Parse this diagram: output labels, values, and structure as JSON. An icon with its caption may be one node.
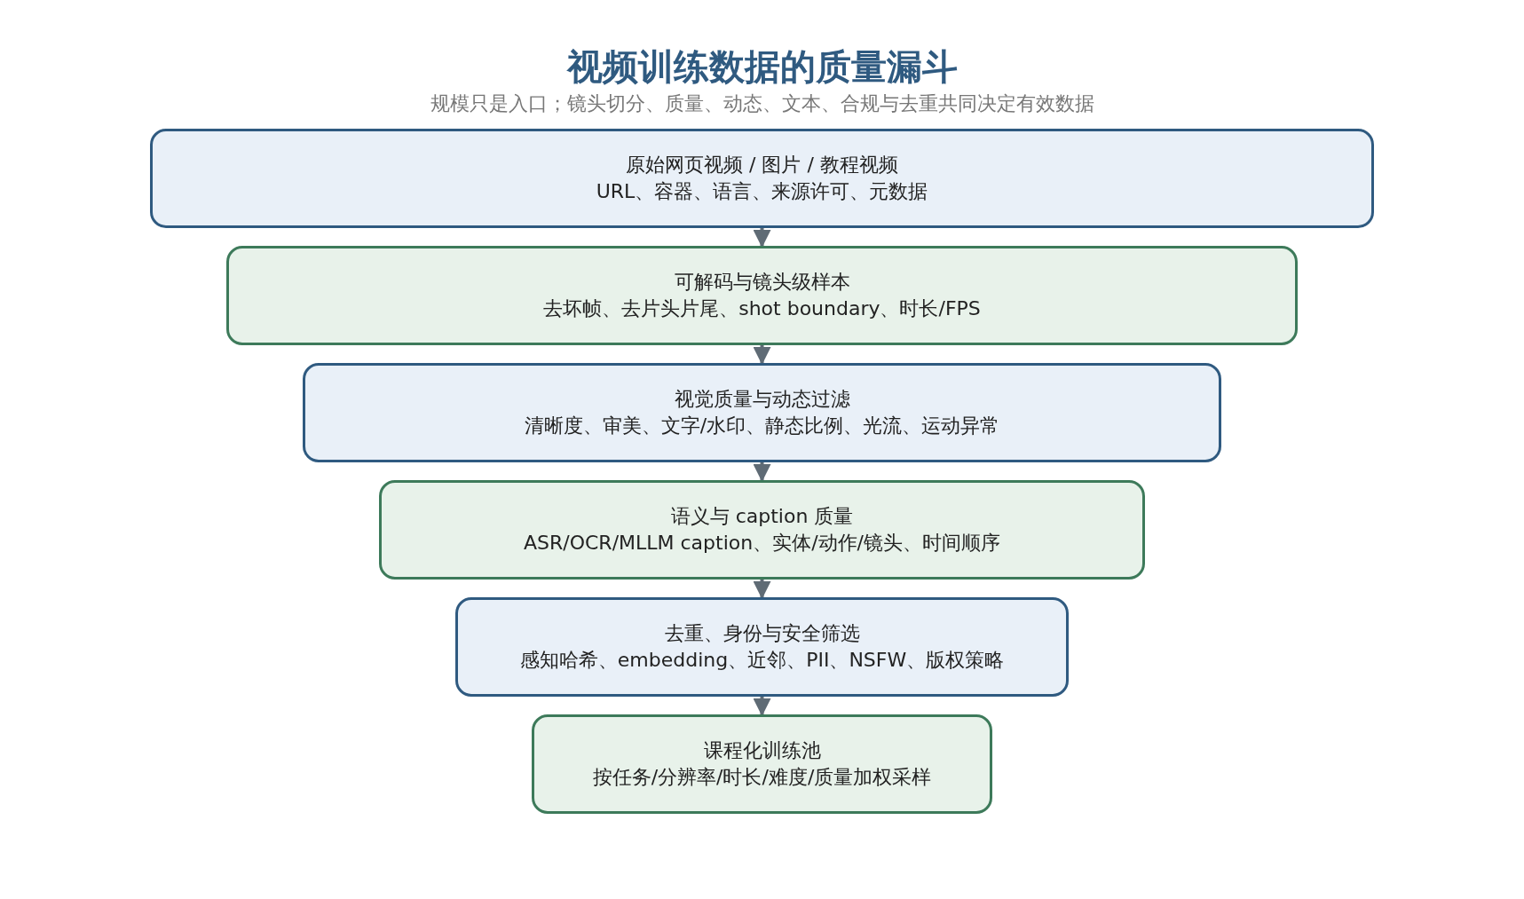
{
  "diagram": {
    "title": "视频训练数据的质量漏斗",
    "labels": [
      "规模只是入口；镜头切分、质量、动态、文本、合规与去重共同决定有效数据"
    ],
    "nodes": [
      {
        "text": [
          "原始网页视频 / 图片 / 教程视频",
          "URL、容器、语言、来源许可、元数据"
        ]
      },
      {
        "text": [
          "可解码与镜头级样本",
          "去坏帧、去片头片尾、shot boundary、时长/FPS"
        ]
      },
      {
        "text": [
          "视觉质量与动态过滤",
          "清晰度、审美、文字/水印、静态比例、光流、运动异常"
        ]
      },
      {
        "text": [
          "语义与 caption 质量",
          "ASR/OCR/MLLM caption、实体/动作/镜头、时间顺序"
        ]
      },
      {
        "text": [
          "去重、身份与安全筛选",
          "感知哈希、embedding、近邻、PII、NSFW、版权策略"
        ]
      },
      {
        "text": [
          "课程化训练池",
          "按任务/分辨率/时长/难度/质量加权采样"
        ]
      }
    ],
    "edges": [
      {
        "from": 0,
        "to": 1,
        "arrow": "to"
      },
      {
        "from": 1,
        "to": 2,
        "arrow": "to"
      },
      {
        "from": 2,
        "to": 3,
        "arrow": "to"
      },
      {
        "from": 3,
        "to": 4,
        "arrow": "to"
      },
      {
        "from": 4,
        "to": 5,
        "arrow": "to"
      }
    ]
  }
}
